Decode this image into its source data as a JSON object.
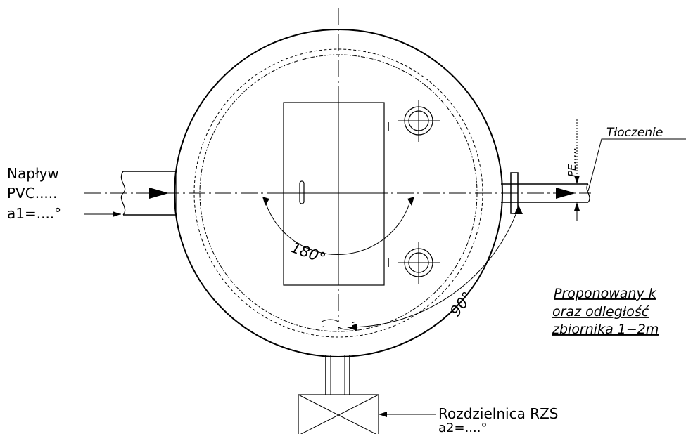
{
  "inlet": {
    "line1": "Napływ",
    "line2": "PVC.....",
    "line3": "a1=....°"
  },
  "outlet": {
    "label": "Tłoczenie",
    "pipe_label": "PE....."
  },
  "angles": {
    "inlet_angle": "180°",
    "outlet_angle": "90°"
  },
  "switchboard": {
    "line1": "Rozdzielnica RZS",
    "line2": "a2=....°"
  },
  "note": {
    "line1": "Proponowany k",
    "line2": "oraz  odległość",
    "line3": "zbiornika  1−2m"
  }
}
